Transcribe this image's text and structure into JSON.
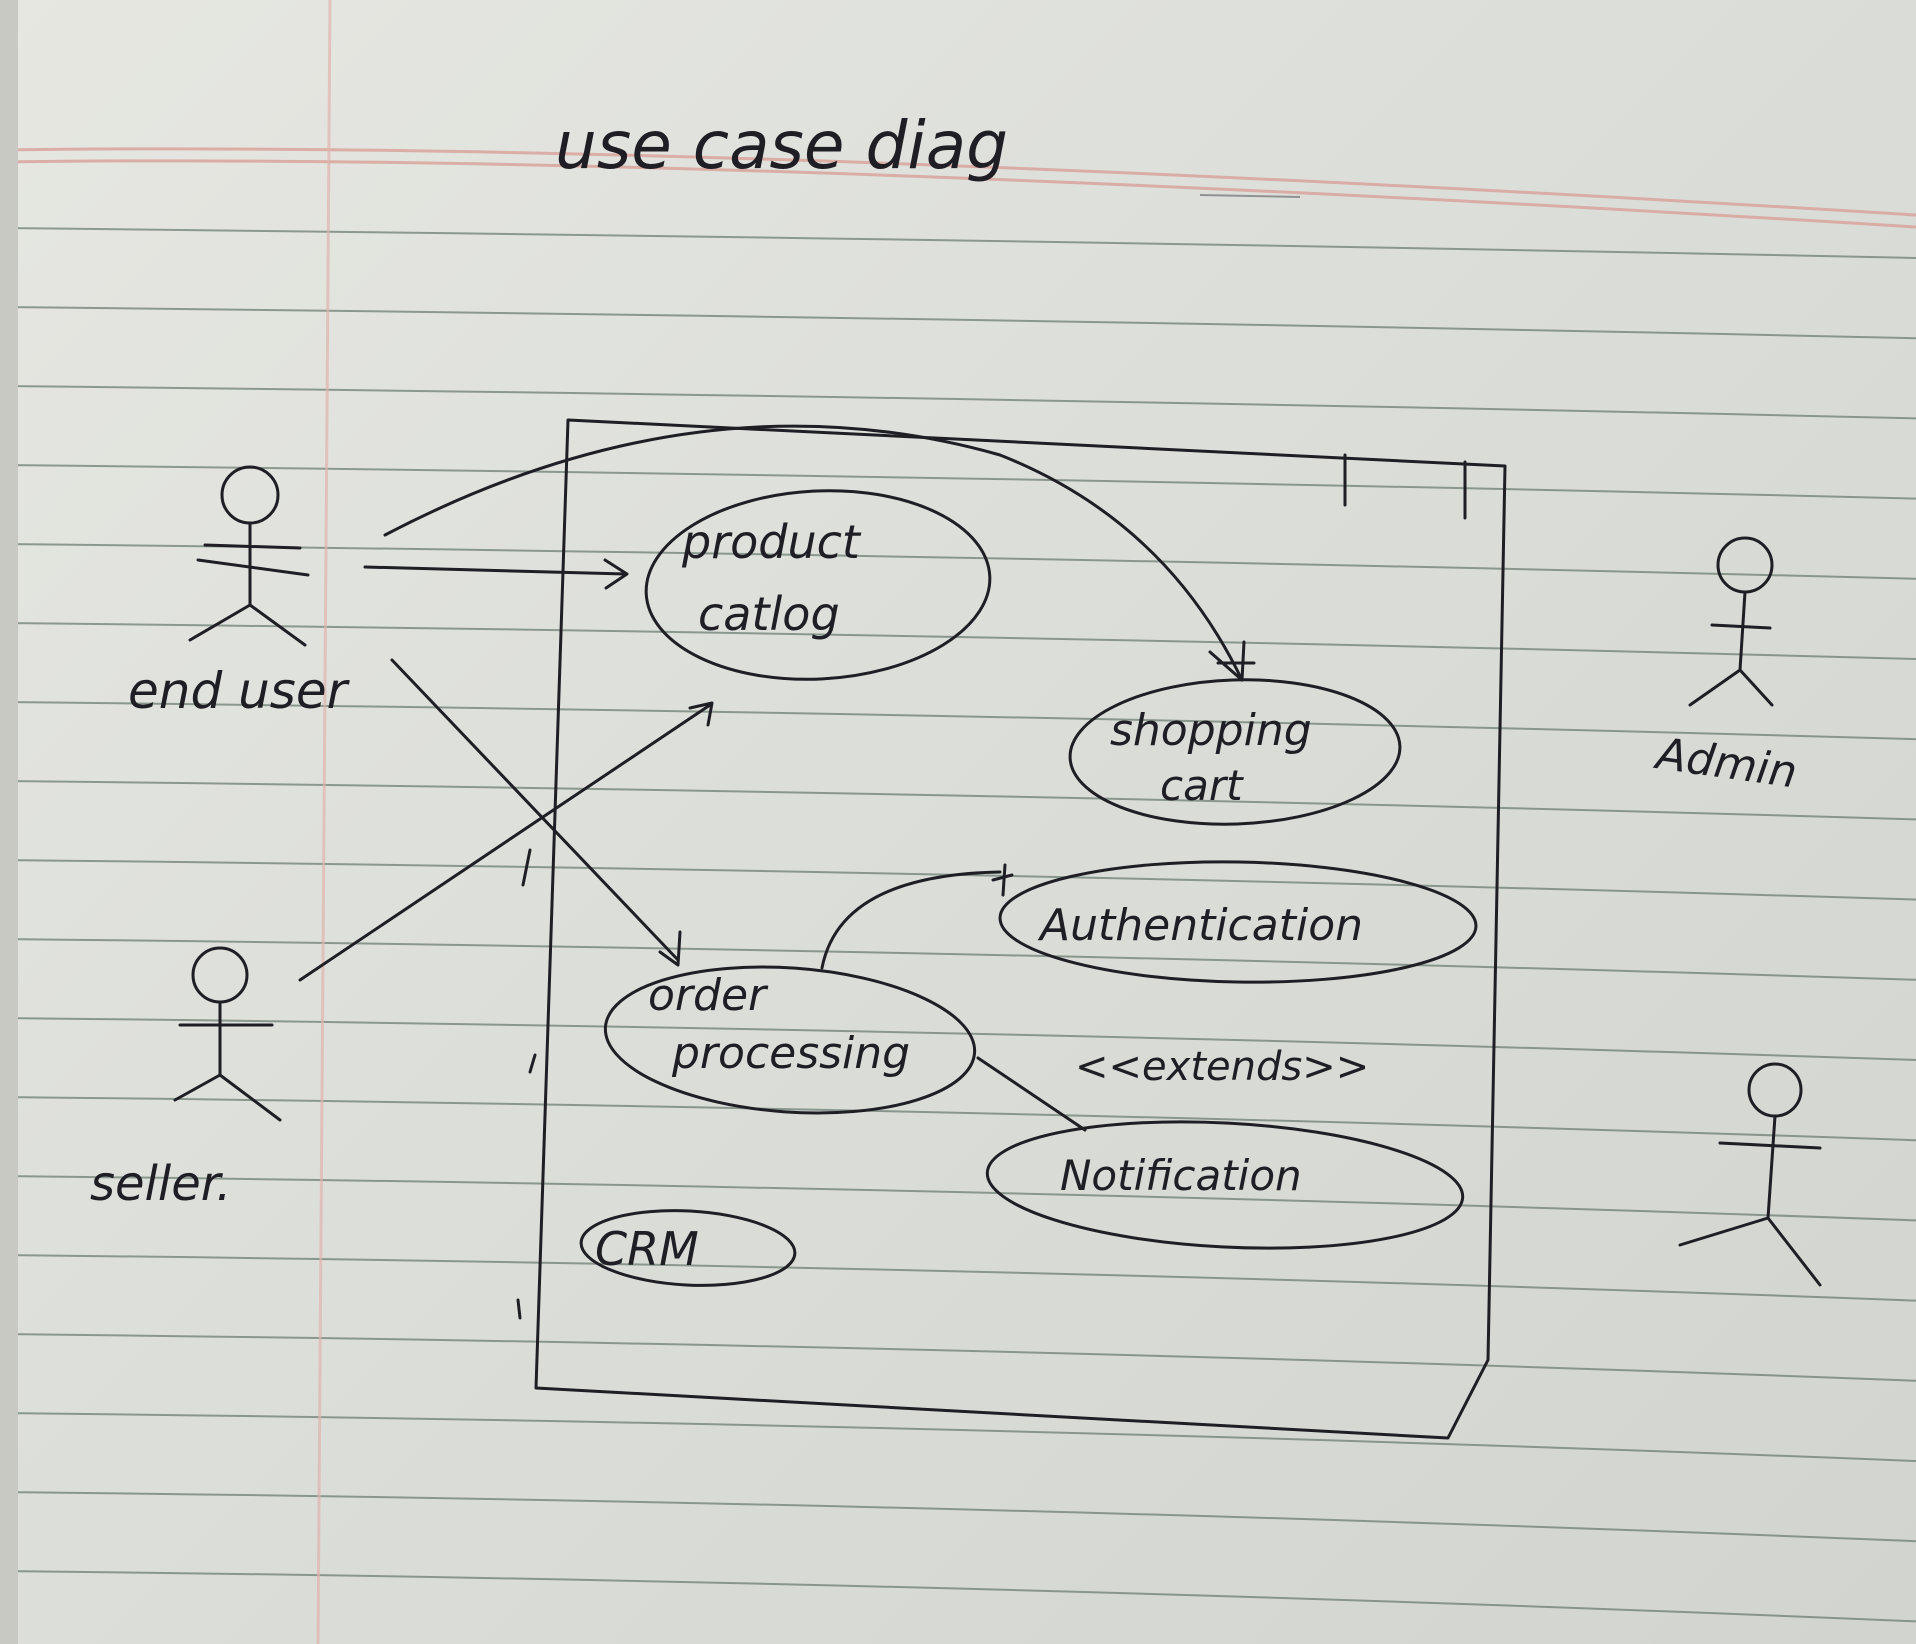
{
  "page": {
    "title": "use case diag"
  },
  "actors": [
    {
      "id": "end-user",
      "label": "end user"
    },
    {
      "id": "seller",
      "label": "seller."
    },
    {
      "id": "admin",
      "label": "Admin"
    },
    {
      "id": "unnamed",
      "label": ""
    }
  ],
  "use_cases": {
    "product_catalog": {
      "line1": "product",
      "line2": "catlog"
    },
    "shopping_cart": {
      "line1": "shopping",
      "line2": "cart"
    },
    "authentication": {
      "label": "Authentication"
    },
    "order_processing": {
      "line1": "order",
      "line2": "processing"
    },
    "notification": {
      "label": "Notification"
    },
    "crm": {
      "label": "CRM"
    }
  },
  "relations": {
    "extends_label": "<<extends>>"
  },
  "colors": {
    "ink": "#1e1e24",
    "ruled_line": "#6e7f74",
    "margin_line": "#d9a49c"
  }
}
